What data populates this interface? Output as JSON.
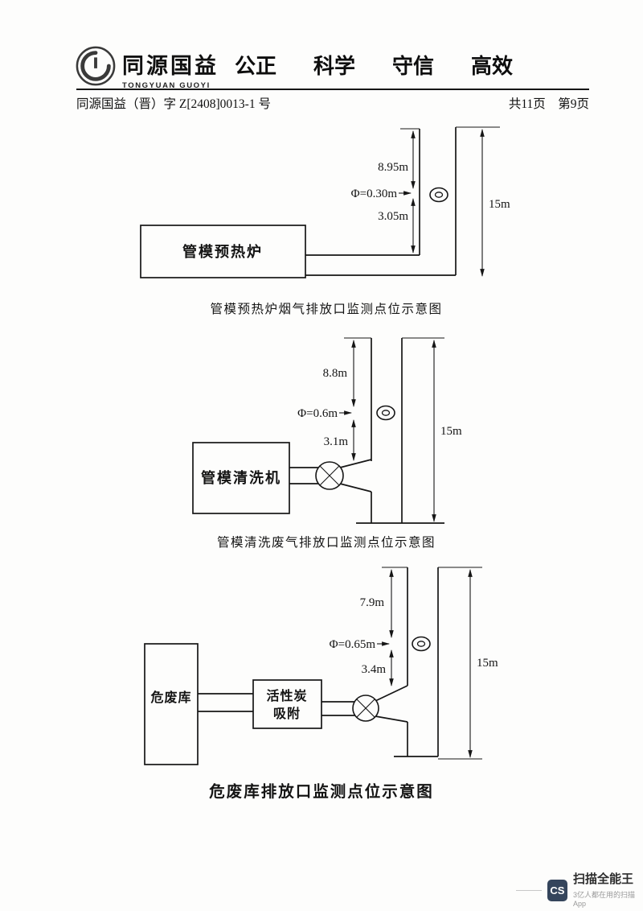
{
  "header": {
    "logo": {
      "name_cn": "同源国益",
      "name_en": "TONGYUAN GUOYI"
    },
    "slogan": {
      "word1": "公正",
      "word2": "科学",
      "word3": "守信",
      "word4": "高效"
    },
    "doc_number": "同源国益（晋）字 Z[2408]0013-1 号",
    "page_info": "共11页　第9页"
  },
  "diagram1": {
    "box_label": "管模预热炉",
    "dim_upper": "8.95m",
    "dim_port": "Φ=0.30m",
    "dim_lower": "3.05m",
    "dim_total": "15m",
    "caption": "管模预热炉烟气排放口监测点位示意图"
  },
  "diagram2": {
    "box_label": "管模清洗机",
    "dim_upper": "8.8m",
    "dim_port": "Φ=0.6m",
    "dim_lower": "3.1m",
    "dim_total": "15m",
    "caption": "管模清洗废气排放口监测点位示意图"
  },
  "diagram3": {
    "box_label": "危废库",
    "adsorber_line1": "活性炭",
    "adsorber_line2": "吸附",
    "dim_upper": "7.9m",
    "dim_port": "Φ=0.65m",
    "dim_lower": "3.4m",
    "dim_total": "15m",
    "caption": "危废库排放口监测点位示意图"
  },
  "watermark": {
    "badge": "CS",
    "title": "扫描全能王",
    "subtitle": "3亿人都在用的扫描App"
  }
}
